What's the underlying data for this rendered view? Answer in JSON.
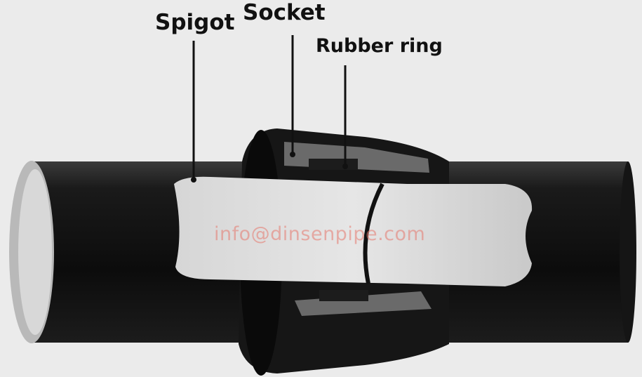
{
  "labels": {
    "spigot": "Spigot",
    "socket": "Socket",
    "rubber_ring": "Rubber ring"
  },
  "watermark": "info@dinsenpipe.com",
  "colors": {
    "background": "#ebebeb",
    "pipe": "#111111",
    "lining": "#d9d9d9",
    "label": "#111111"
  }
}
